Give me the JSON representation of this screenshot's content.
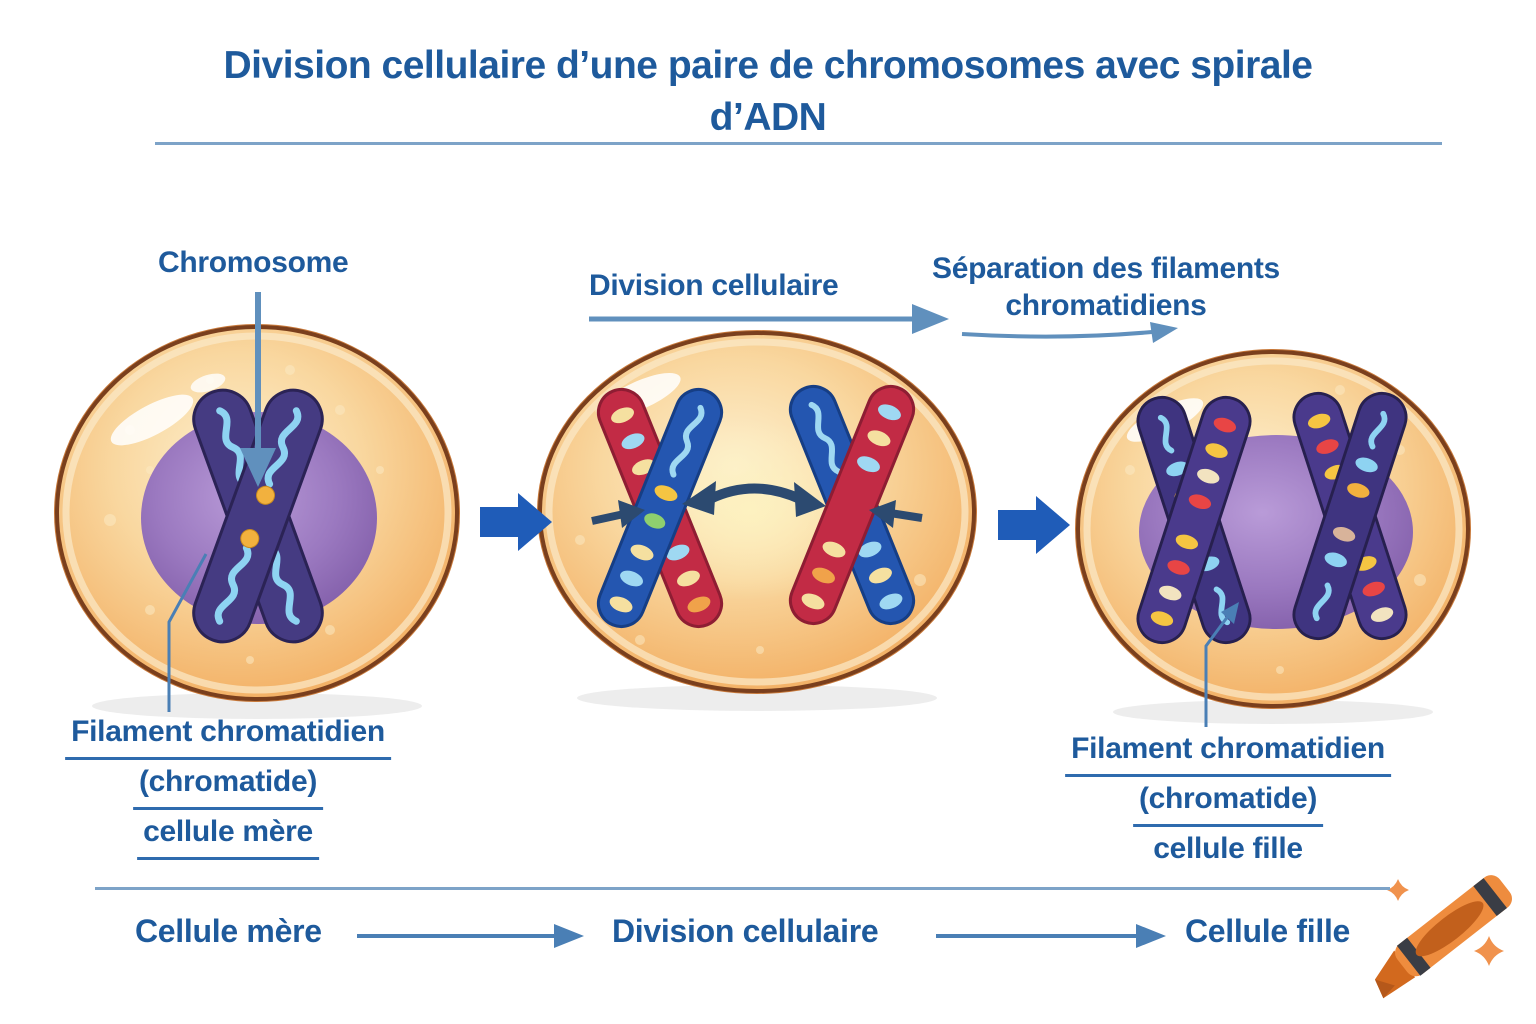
{
  "title": {
    "line1": "Division cellulaire d’une paire de chromosomes avec spirale",
    "line2": "d’ADN"
  },
  "labels": {
    "chromosome": "Chromosome",
    "division_cellulaire": "Division cellulaire",
    "separation_line1": "Séparation des filaments",
    "separation_line2": "chromatidiens",
    "mother_block": {
      "line1": "Filament chromatidien",
      "line2": "(chromatide)",
      "line3": "cellule mère"
    },
    "daughter_block": {
      "line1": "Filament chromatidien",
      "line2": "(chromatide)",
      "line3": "cellule fille"
    }
  },
  "flow": {
    "step1": "Cellule mère",
    "step2": "Division cellulaire",
    "step3": "Cellule fille"
  },
  "icons": {
    "crayon": "orange-crayon-icon",
    "sparkle": "sparkle-icon"
  },
  "colors": {
    "text_blue": "#1e5a9c",
    "underline_blue": "#2f6bae",
    "steel_blue_arrow": "#6090bd",
    "solid_arrow_blue": "#1f5cb8",
    "navy_arrow": "#2c4a70",
    "cell_border_brown": "#7a3f1d",
    "cell_orange": "#f3b369",
    "nucleus_purple": "#9b79c0",
    "chromosome_indigo": "#453b82",
    "chromatid_red": "#c22b45",
    "chromatid_blue": "#2456b0",
    "dna_coil_blue": "#8ed3f2",
    "centromere_yellow": "#f2b13e",
    "crayon_orange": "#ee8c3e"
  }
}
